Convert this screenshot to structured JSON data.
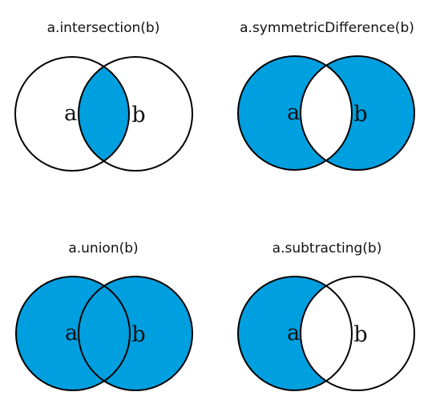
{
  "colors": {
    "fill": "#009fdf",
    "stroke": "#000000",
    "background": "#ffffff"
  },
  "panels": [
    {
      "id": "intersection",
      "title": "a.intersection(b)",
      "labels": {
        "a": "a",
        "b": "b"
      },
      "shaded_regions": [
        "a_and_b"
      ]
    },
    {
      "id": "symmetric-difference",
      "title": "a.symmetricDifference(b)",
      "labels": {
        "a": "a",
        "b": "b"
      },
      "shaded_regions": [
        "a_only",
        "b_only"
      ]
    },
    {
      "id": "union",
      "title": "a.union(b)",
      "labels": {
        "a": "a",
        "b": "b"
      },
      "shaded_regions": [
        "a_only",
        "a_and_b",
        "b_only"
      ]
    },
    {
      "id": "subtracting",
      "title": "a.subtracting(b)",
      "labels": {
        "a": "a",
        "b": "b"
      },
      "shaded_regions": [
        "a_only"
      ]
    }
  ]
}
